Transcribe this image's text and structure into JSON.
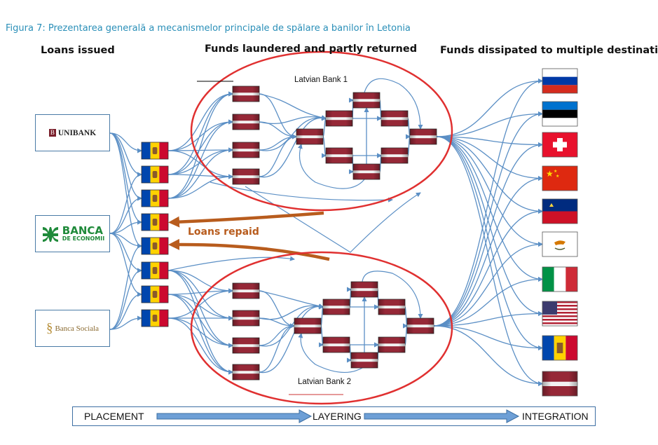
{
  "caption": "Figura 7: Prezentarea generală a mecanismelor principale de spălare a banilor în Letonia",
  "headings": {
    "left": "Loans issued",
    "middle": "Funds laundered and partly returned",
    "right": "Funds dissipated to multiple destinations"
  },
  "banks": [
    {
      "name": "UNIBANK",
      "logo_letter": "B",
      "icon": "unibank-logo"
    },
    {
      "name": "BANCA",
      "subname": "DE ECONOMII",
      "icon": "banca-de-economii-logo"
    },
    {
      "name": "Banca Sociala",
      "icon": "banca-sociala-logo"
    }
  ],
  "loans_repaid": "Loans repaid",
  "latvian_bank_1": "Latvian Bank 1",
  "latvian_bank_2": "Latvian Bank 2",
  "destinations": [
    "russia-flag",
    "estonia-flag",
    "switzerland-flag",
    "china-flag",
    "liechtenstein-flag",
    "cyprus-flag",
    "italy-flag",
    "usa-flag",
    "moldova-flag",
    "latvia-flag"
  ],
  "stages": {
    "placement": "PLACEMENT",
    "layering": "LAYERING",
    "integration": "INTEGRATION"
  },
  "colors": {
    "arrow": "#5b8fc5",
    "ellipse": "#e03030",
    "repaid_arrow": "#b85c1d",
    "latvia": "#9e2a3a",
    "caption": "#2a8fb8"
  }
}
